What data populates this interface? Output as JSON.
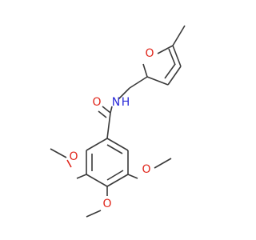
{
  "colors": {
    "carbon_bond": "#3a3a3a",
    "oxygen": "#e0261b",
    "nitrogen": "#2a2ad8",
    "background": "#ffffff"
  },
  "atoms": {
    "furan_oxygen": "O",
    "carbonyl_oxygen": "O",
    "amide_nitrogen": "N",
    "amide_hydrogen": "H",
    "methoxy_oxygen_left": "O",
    "methoxy_oxygen_bottom": "O",
    "methoxy_oxygen_right": "O"
  }
}
